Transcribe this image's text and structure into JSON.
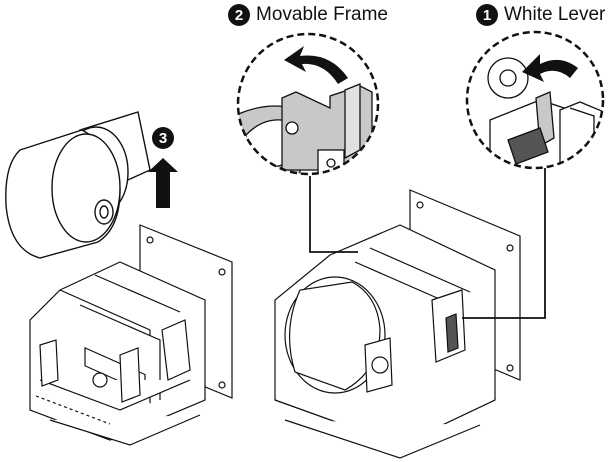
{
  "callouts": {
    "white_lever": {
      "number": "1",
      "label": "White Lever"
    },
    "movable_frame": {
      "number": "2",
      "label": "Movable Frame"
    },
    "step_three": {
      "number": "3"
    }
  },
  "colors": {
    "ink": "#111111",
    "part_gray": "#c8c8c8",
    "lever_dark": "#555555",
    "background": "#ffffff"
  },
  "icons": [
    "arrow-up-icon",
    "curved-arrow-icon"
  ]
}
